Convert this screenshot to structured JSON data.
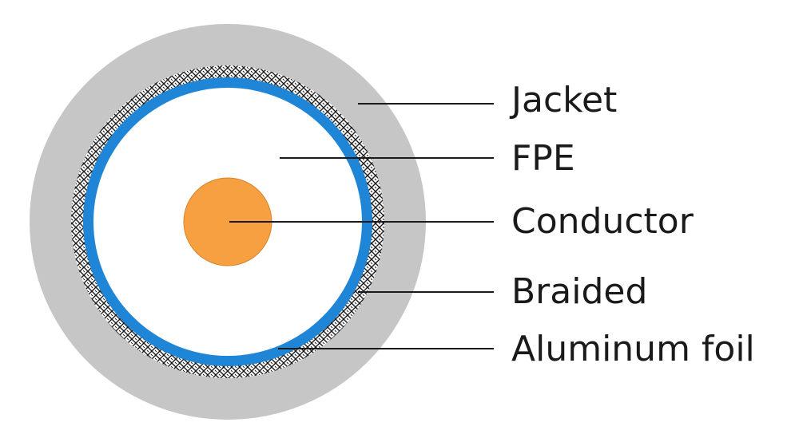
{
  "diagram": {
    "labels": {
      "jacket": "Jacket",
      "fpe": "FPE",
      "conductor": "Conductor",
      "braided": "Braided",
      "aluminum_foil": "Aluminum foil"
    },
    "colors": {
      "jacket": "#c6c6c6",
      "braid_background": "#ffffff",
      "braid_pattern": "#1a1a1a",
      "foil": "#1f85d6",
      "dielectric": "#ffffff",
      "conductor": "#f6a042",
      "leader_line": "#1a1a1a",
      "text": "#1a1a1a"
    }
  }
}
